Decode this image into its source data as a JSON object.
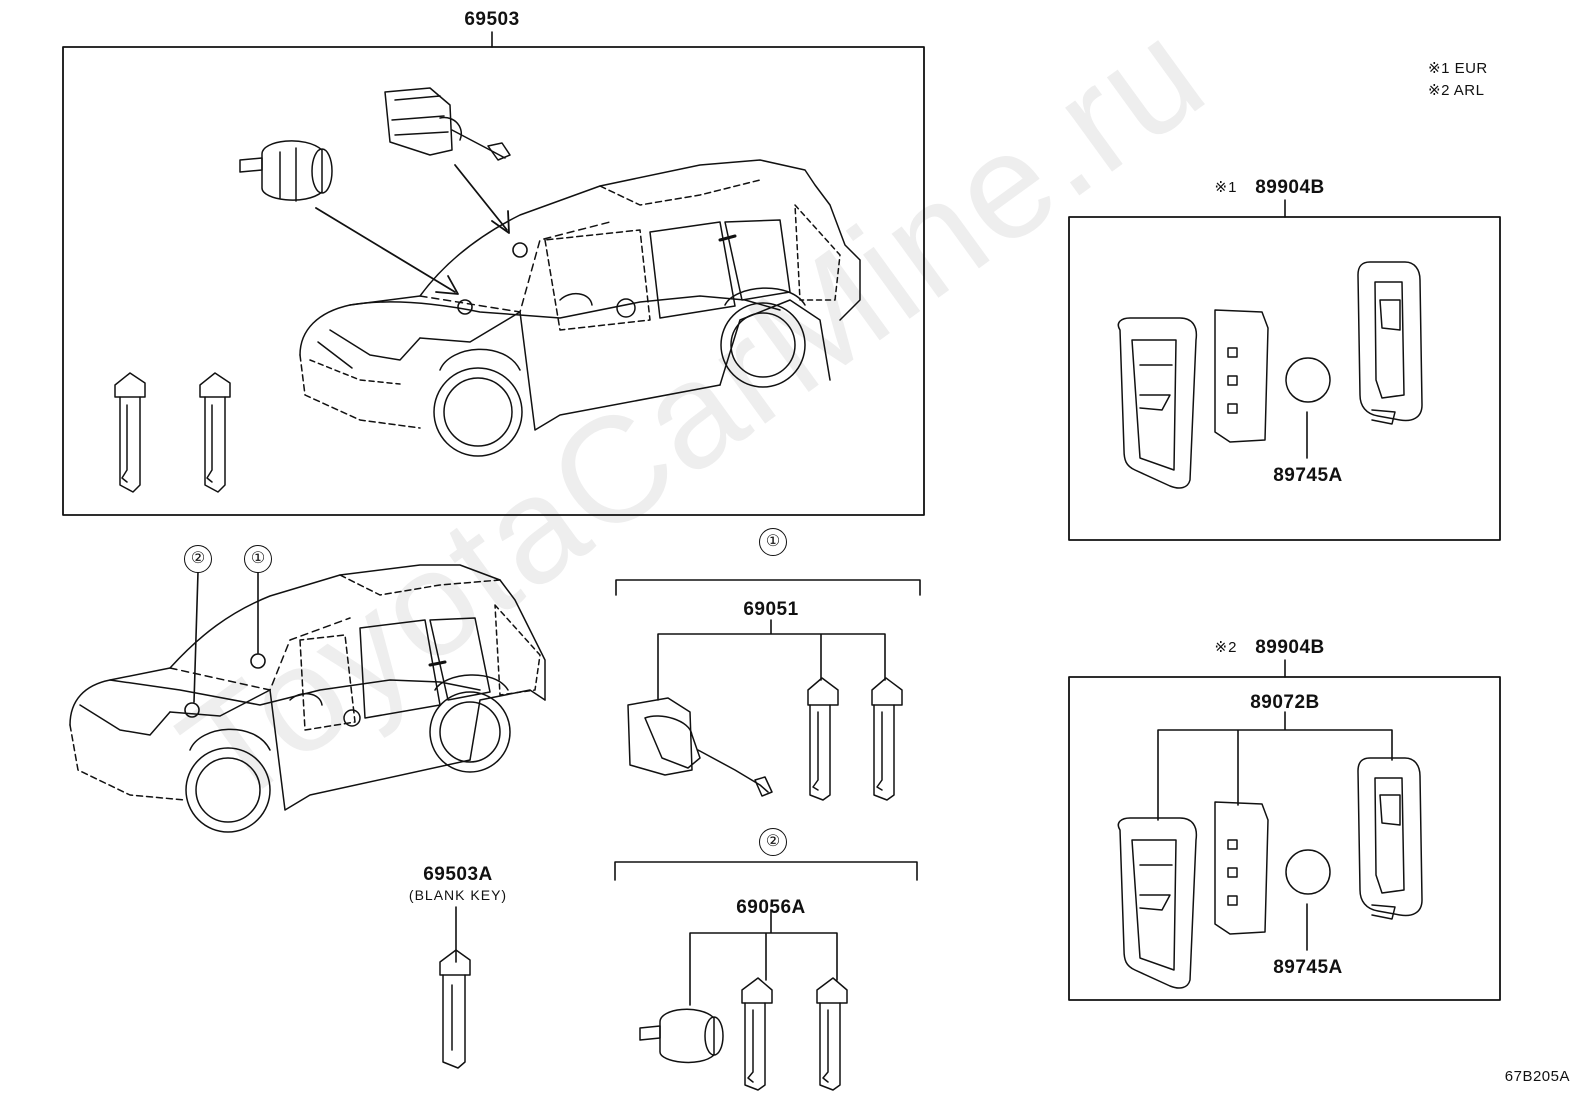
{
  "watermark": "ToyotaCarMine.ru",
  "legend": {
    "eur": "※1 EUR",
    "arl": "※2 ARL"
  },
  "parts": {
    "p69503": "69503",
    "p89904b_1": "89904B",
    "p89904b_2": "89904B",
    "p89745a_1": "89745A",
    "p89745a_2": "89745A",
    "p89072b": "89072B",
    "p69051": "69051",
    "p69056a": "69056A",
    "p69503a": "69503A",
    "blank_key": "(BLANK KEY)",
    "mark1": "※1",
    "mark2": "※2"
  },
  "callouts": {
    "one": "①",
    "two": "②",
    "car_one": "①",
    "car_two": "②"
  },
  "diagram_code": "67B205A"
}
